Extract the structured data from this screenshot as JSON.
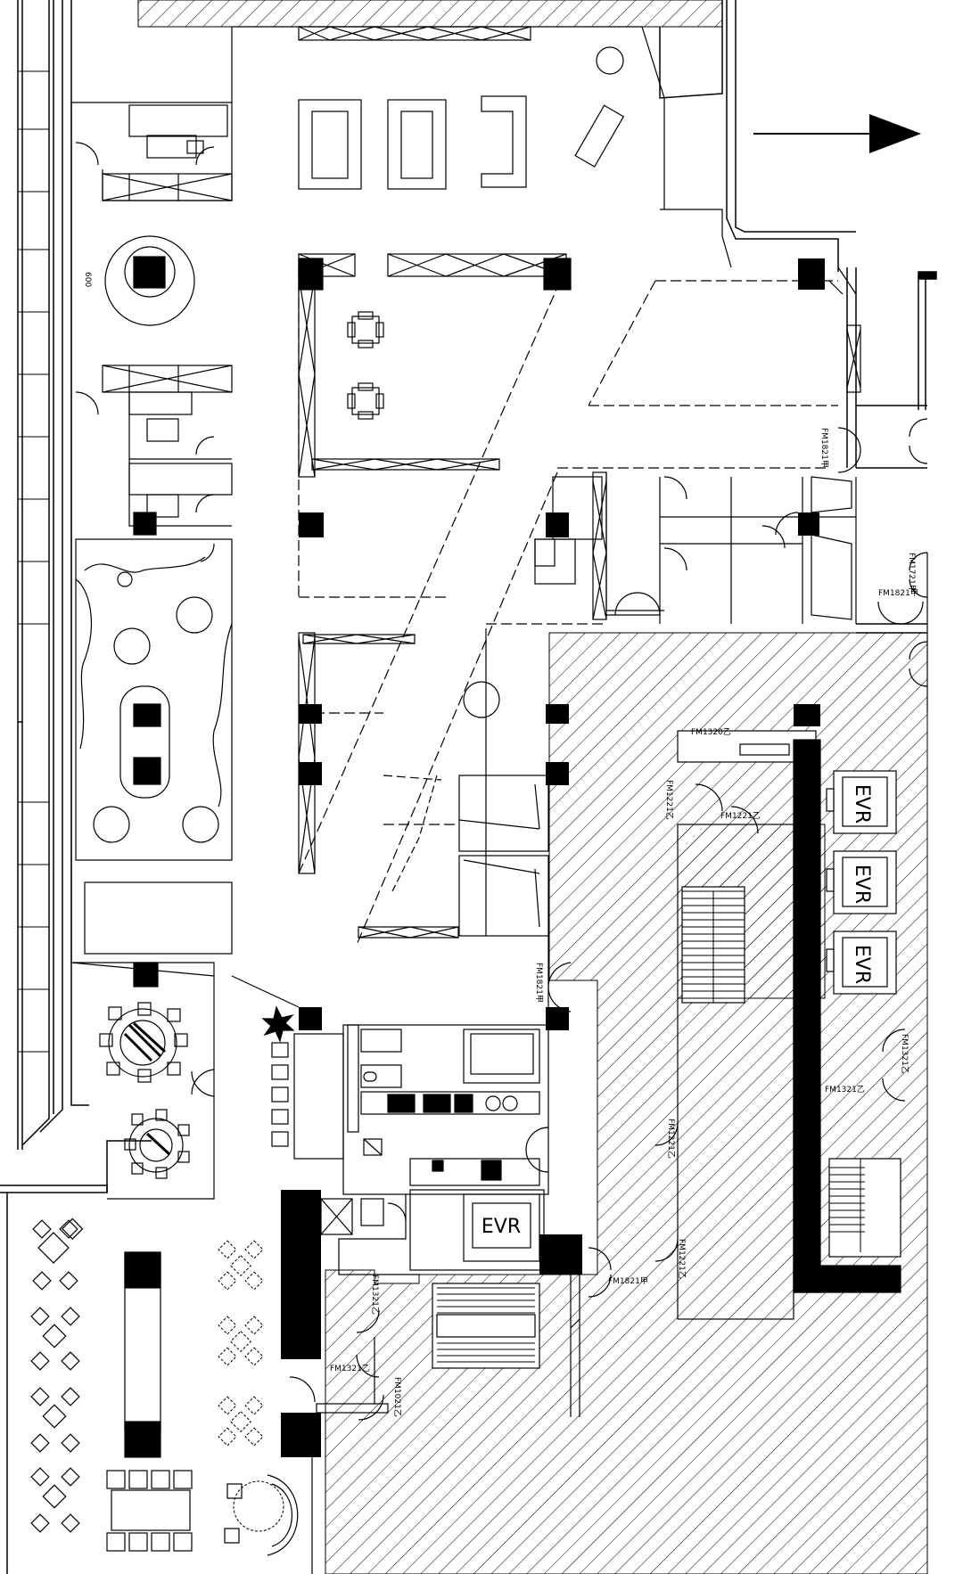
{
  "labels": {
    "evr_1": "EVR",
    "evr_2": "EVR",
    "evr_3": "EVR",
    "evr_4": "EVR",
    "door_fm1821_a": "FM1821甲",
    "door_fm1721_a": "FM1721甲",
    "door_fm1821_b": "FM1821甲",
    "door_fm1821_c": "FM1821甲",
    "door_fm1821_d": "FM1821甲",
    "door_fm1320": "FM1320乙",
    "door_fm1221_a": "FM1221乙",
    "door_fm1221_b": "FM1221乙",
    "door_fm1321_a": "FM1321乙",
    "door_fm1321_b": "FM1321乙",
    "door_fm1221_c": "FM1221乙",
    "door_fm1221_d": "FM1221乙",
    "door_fm1321_c": "FM1321乙",
    "door_fm1021": "FM1021乙",
    "door_fm1321_d": "FM1321乙",
    "dim_600": "600"
  },
  "colors": {
    "line": "#000000",
    "fill": "#000000",
    "background": "#ffffff"
  }
}
